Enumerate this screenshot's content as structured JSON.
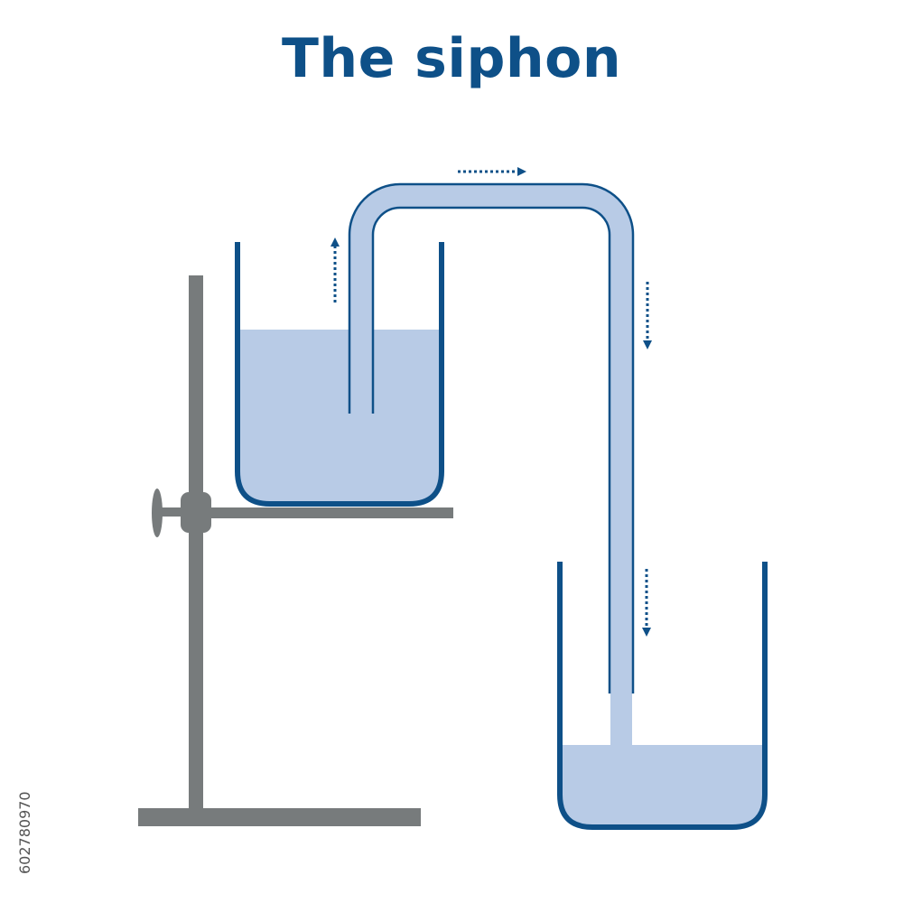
{
  "title": "The siphon",
  "stock_id": "602780970",
  "colors": {
    "title": "#0e5088",
    "vessel_outline": "#0e5088",
    "liquid": "#b8cbe6",
    "stand": "#777b7c",
    "arrow": "#0e5088"
  },
  "icons": {
    "flow_arrow": "dotted-arrow"
  }
}
